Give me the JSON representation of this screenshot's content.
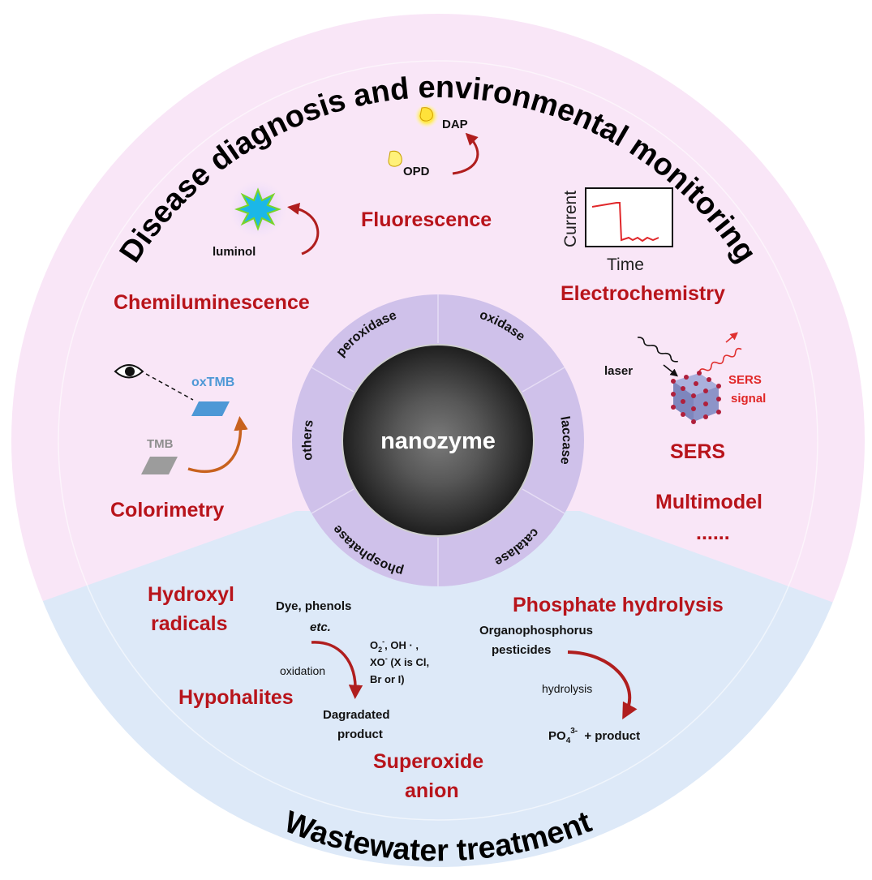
{
  "titles": {
    "top": "Disease diagnosis and environmental monitoring",
    "bottom": "Wastewater treatment"
  },
  "center": {
    "label": "nanozyme"
  },
  "enzymes": {
    "peroxidase": "peroxidase",
    "oxidase": "oxidase",
    "laccase": "laccase",
    "catalase": "catalase",
    "phosphatase": "phosphatase",
    "others": "others"
  },
  "detection": {
    "fluorescence": {
      "title": "Fluorescence",
      "dap": "DAP",
      "opd": "OPD"
    },
    "chemiluminescence": {
      "title": "Chemiluminescence",
      "luminol": "luminol"
    },
    "electrochemistry": {
      "title": "Electrochemistry",
      "y_axis": "Current",
      "x_axis": "Time"
    },
    "sers": {
      "title": "SERS",
      "laser": "laser",
      "signal_line1": "SERS",
      "signal_line2": "signal"
    },
    "colorimetry": {
      "title": "Colorimetry",
      "oxtmb": "oxTMB",
      "tmb": "TMB"
    },
    "multimodel": "Multimodel",
    "ellipsis": "......"
  },
  "wastewater": {
    "hydroxyl_line1": "Hydroxyl",
    "hydroxyl_line2": "radicals",
    "hypohalites": "Hypohalites",
    "superoxide_line1": "Superoxide",
    "superoxide_line2": "anion",
    "phosphate_hydrolysis": "Phosphate hydrolysis",
    "substrate_line1": "Dye, phenols",
    "substrate_line2": "etc.",
    "oxidation": "oxidation",
    "species_o2": "O",
    "species_o2_sub": "2",
    "species_o2_sup": "-",
    "species_oh": ", OH · ,",
    "species_xo": "XO",
    "species_xo_sup": "-",
    "species_xo_rest": " (X is Cl,",
    "species_line3": "Br or I)",
    "degraded_line1": "Dagradated",
    "degraded_line2": "product",
    "pesticides_line1": "Organophosphorus",
    "pesticides_line2": "pesticides",
    "hydrolysis": "hydrolysis",
    "po4": "PO",
    "po4_sub": "4",
    "po4_sup": "3-",
    "po4_rest": " + product"
  },
  "colors": {
    "outer_pink": "#f9e6f7",
    "outer_blue": "#dde9f8",
    "enzyme_ring": "#cfc1ea",
    "label_red": "#b8141b",
    "arrow_red": "#b01e1e",
    "arrow_orange": "#c8621e",
    "tmb_blue": "#4d98d6",
    "tmb_gray": "#9c9c9c",
    "sers_cube": "#8d94c8",
    "sers_dots": "#b0203c"
  }
}
